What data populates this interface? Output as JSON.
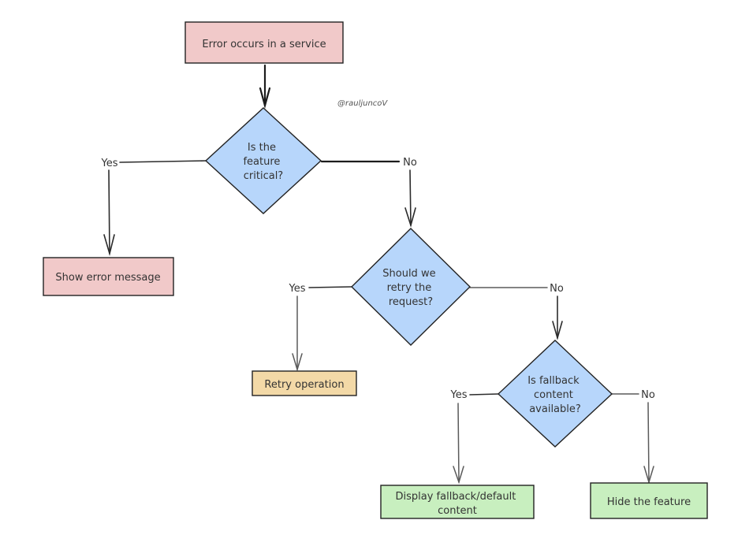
{
  "colors": {
    "start": "#f1c9c9",
    "error": "#f1c9c9",
    "decision": "#b7d6fb",
    "retry": "#f3d9a7",
    "fallback": "#c8efbf",
    "hide": "#c8efbf"
  },
  "watermark": "@rauljuncoV",
  "nodes": {
    "start": {
      "lines": [
        "Error occurs in a service"
      ]
    },
    "q1": {
      "lines": [
        "Is the",
        "feature",
        "critical?"
      ]
    },
    "show_error": {
      "lines": [
        "Show error message"
      ]
    },
    "q2": {
      "lines": [
        "Should we",
        "retry the",
        "request?"
      ]
    },
    "retry": {
      "lines": [
        "Retry operation"
      ]
    },
    "q3": {
      "lines": [
        "Is fallback",
        "content",
        "available?"
      ]
    },
    "fallback": {
      "lines": [
        "Display fallback/default",
        "content"
      ]
    },
    "hide": {
      "lines": [
        "Hide the feature"
      ]
    }
  },
  "edges": {
    "q1_yes": "Yes",
    "q1_no": "No",
    "q2_yes": "Yes",
    "q2_no": "No",
    "q3_yes": "Yes",
    "q3_no": "No"
  }
}
